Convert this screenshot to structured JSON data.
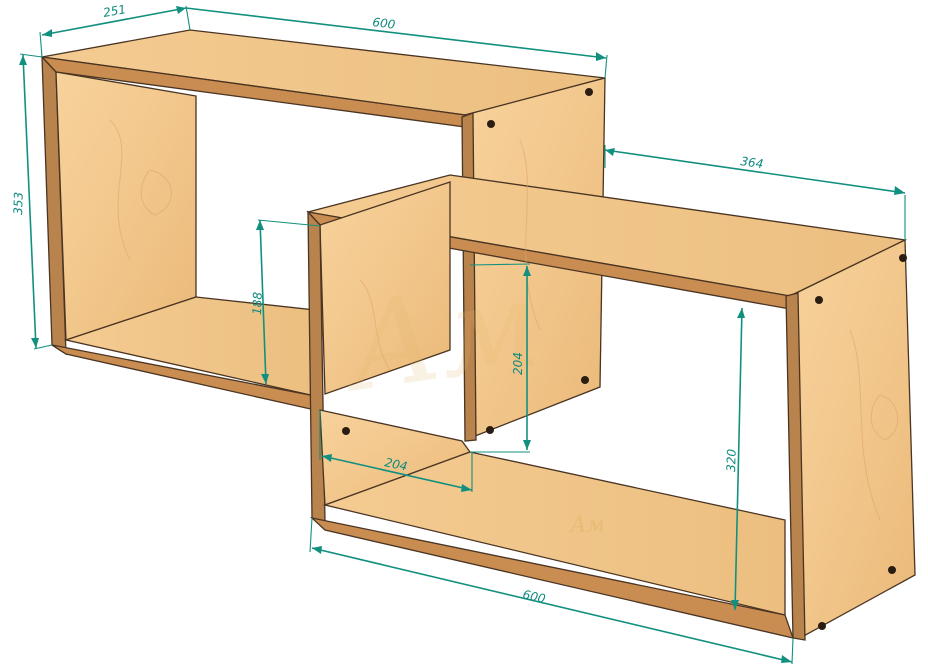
{
  "dimensions": {
    "depth": "251",
    "top_width": "600",
    "left_height": "353",
    "offset": "364",
    "inner_height_left": "188",
    "inner_height_mid": "204",
    "inner_width_mid": "204",
    "inner_height_right": "320",
    "bottom_width": "600"
  },
  "watermark": {
    "large": "Ам",
    "small": "Ам"
  },
  "colors": {
    "dimension": "#12907f",
    "panel_face": "#f3c98f",
    "panel_edge": "#b07a45",
    "back_shade": "#e9bb7c",
    "outline": "#4a3422"
  }
}
